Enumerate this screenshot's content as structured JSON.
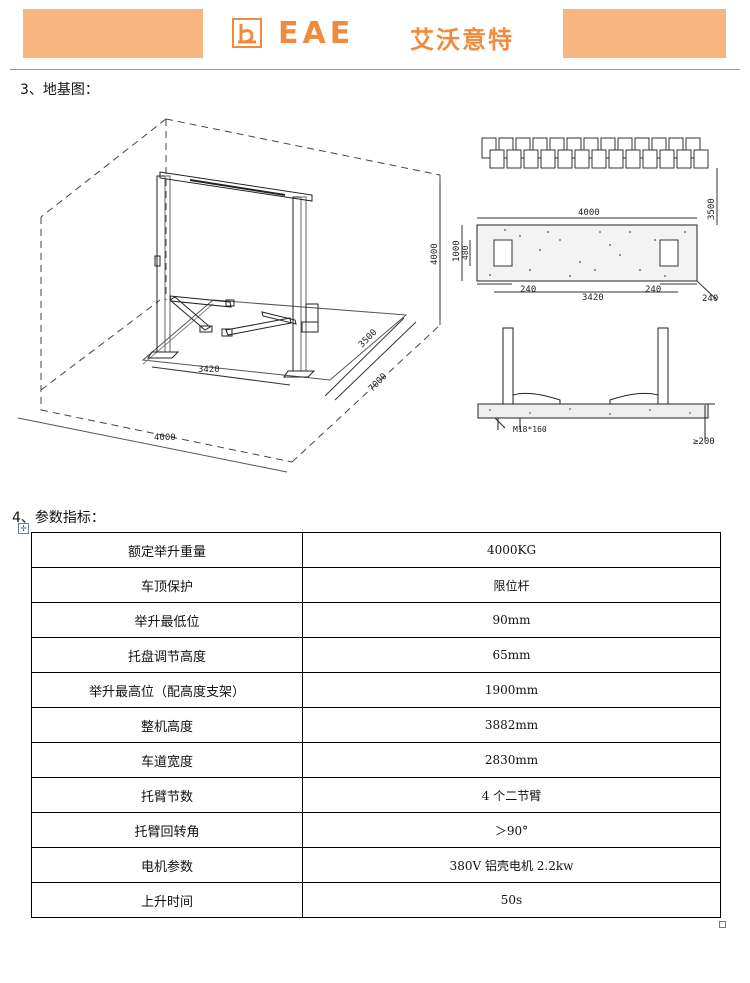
{
  "header": {
    "brand": "EAE",
    "brand_cn": "艾沃意特",
    "accent_color": "#f7b680",
    "logo_color": "#f08a3c"
  },
  "section3": {
    "title": "3、地基图："
  },
  "drawing_iso": {
    "dim_3420": "3420",
    "dim_3500": "3500",
    "dim_7000": "7000",
    "dim_4000": "4000",
    "dim_height": "4000"
  },
  "drawing_plan": {
    "dim_3500": "3500",
    "dim_4000": "4000",
    "dim_1000": "1000",
    "dim_480": "480",
    "dim_240a": "240",
    "dim_240b": "240",
    "dim_3420": "3420",
    "dim_240c": "240",
    "bolt_label": "M18*160",
    "depth_label": "≥200"
  },
  "section4": {
    "title": "4、参数指标："
  },
  "params": [
    {
      "label": "额定举升重量",
      "value": "4000KG"
    },
    {
      "label": "车顶保护",
      "value": "限位杆"
    },
    {
      "label": "举升最低位",
      "value": "90mm"
    },
    {
      "label": "托盘调节高度",
      "value": "65mm"
    },
    {
      "label": "举升最高位（配高度支架）",
      "value": "1900mm"
    },
    {
      "label": "整机高度",
      "value": "3882mm"
    },
    {
      "label": "车道宽度",
      "value": "2830mm"
    },
    {
      "label": "托臂节数",
      "value": "4 个二节臂"
    },
    {
      "label": "托臂回转角",
      "value": "＞90°"
    },
    {
      "label": "电机参数",
      "value": "380V 铝壳电机 2.2kw"
    },
    {
      "label": "上升时间",
      "value": "50s"
    }
  ]
}
